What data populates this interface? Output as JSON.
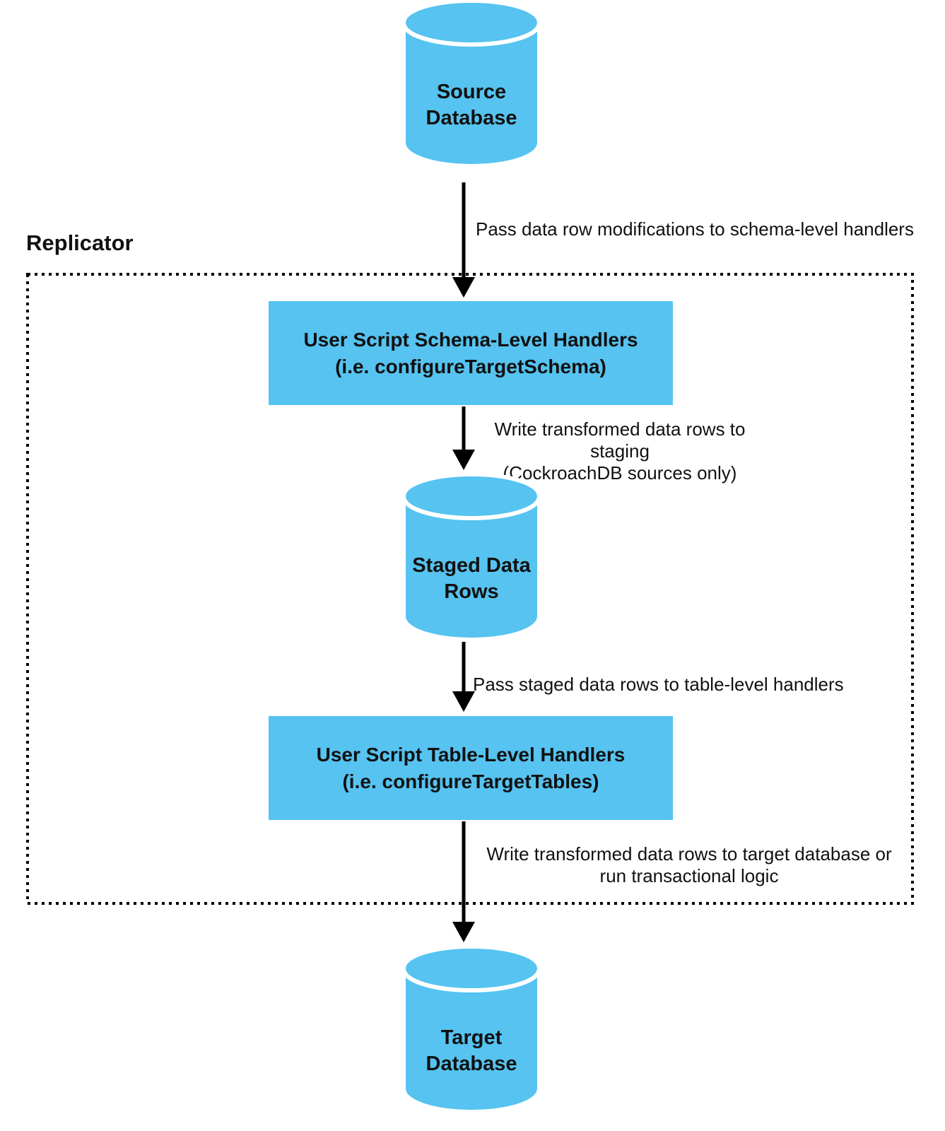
{
  "colors": {
    "node_fill": "#56C3F0",
    "arrow": "#000000",
    "text": "#111111"
  },
  "replicator": {
    "label": "Replicator"
  },
  "nodes": {
    "source_database": {
      "shape": "cylinder",
      "label": "Source\nDatabase"
    },
    "schema_handlers": {
      "shape": "rect",
      "label": "User Script Schema-Level Handlers\n(i.e. configureTargetSchema)"
    },
    "staged_data_rows": {
      "shape": "cylinder",
      "label": "Staged Data\nRows"
    },
    "table_handlers": {
      "shape": "rect",
      "label": "User Script Table-Level Handlers\n(i.e. configureTargetTables)"
    },
    "target_database": {
      "shape": "cylinder",
      "label": "Target\nDatabase"
    }
  },
  "edges": [
    {
      "from": "source_database",
      "to": "schema_handlers",
      "label": "Pass data row modifications to schema-level handlers"
    },
    {
      "from": "schema_handlers",
      "to": "staged_data_rows",
      "label": "Write transformed data rows to staging\n(CockroachDB sources only)"
    },
    {
      "from": "staged_data_rows",
      "to": "table_handlers",
      "label": "Pass staged data rows to table-level handlers"
    },
    {
      "from": "table_handlers",
      "to": "target_database",
      "label": "Write transformed data rows to target database or\nrun transactional logic"
    }
  ]
}
